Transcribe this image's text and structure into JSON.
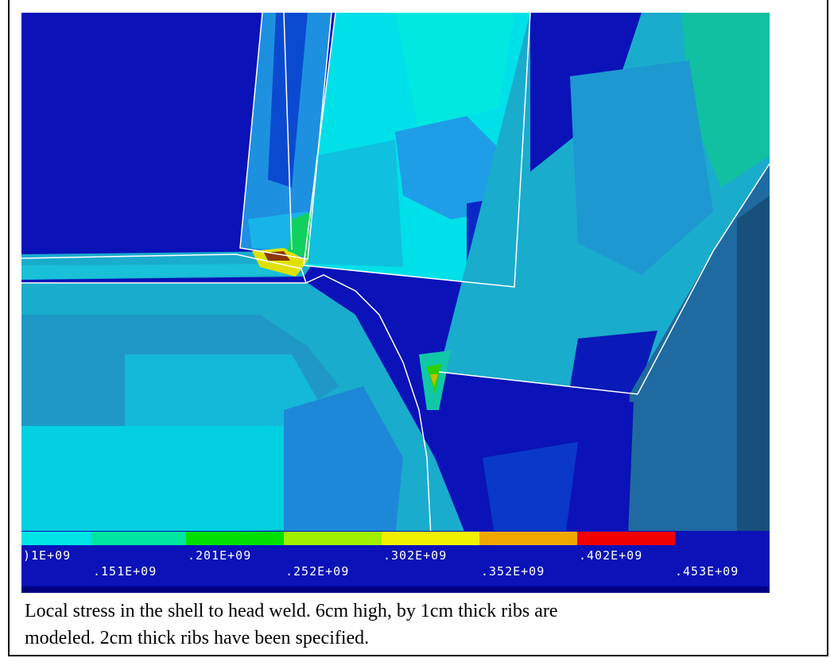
{
  "caption": {
    "line1": "Local stress in the shell to head weld. 6cm high, by 1cm thick ribs are",
    "line2": "modeled.  2cm thick ribs have been specified."
  },
  "legend": {
    "colors": [
      "#00e5e5",
      "#00e5a0",
      "#00e000",
      "#a0f000",
      "#f0f000",
      "#f0a800",
      "#f00000"
    ],
    "labels_top": [
      ")1E+09",
      ".201E+09",
      ".302E+09",
      ".402E+09"
    ],
    "labels_bottom": [
      ".151E+09",
      ".252E+09",
      ".352E+09",
      ".453E+09"
    ]
  },
  "palette": {
    "deep_blue": "#0a12b8",
    "mid_blue": "#0a6ad6",
    "blue_teal": "#1488c8",
    "teal": "#1aaccc",
    "cyan": "#00e5e5",
    "light_blue": "#1e9ee6",
    "green_cyan": "#10c8a8",
    "steel": "#1f6aa0"
  }
}
